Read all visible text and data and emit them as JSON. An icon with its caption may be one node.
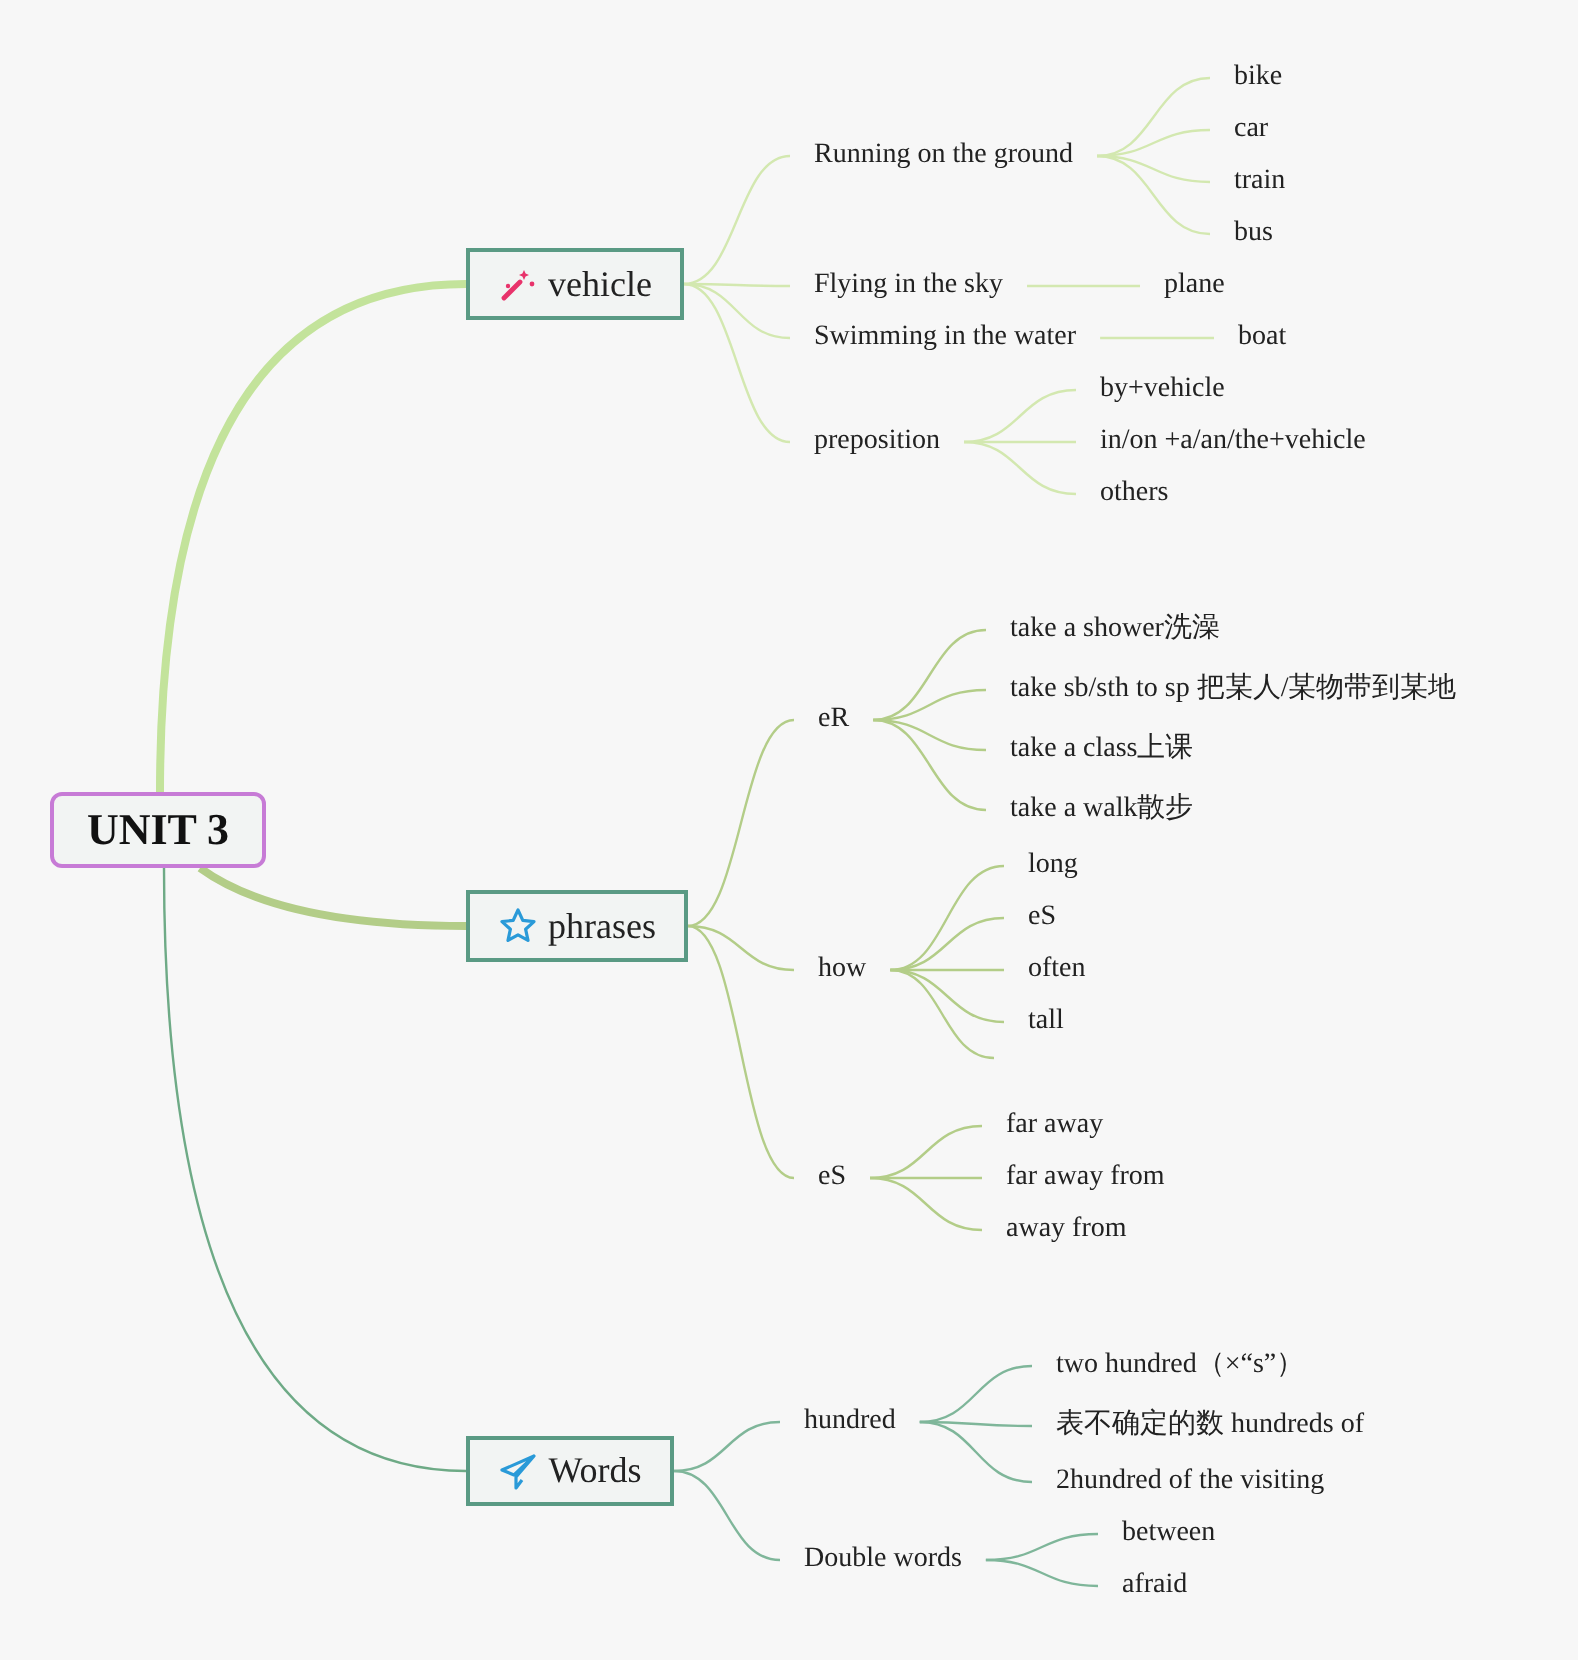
{
  "diagram": {
    "nodes": [
      {
        "text": [
          "UNIT 3"
        ]
      },
      {
        "text": [
          "vehicle"
        ]
      },
      {
        "text": [
          "Running on the ground"
        ]
      },
      {
        "text": [
          "bike"
        ]
      },
      {
        "text": [
          "car"
        ]
      },
      {
        "text": [
          "train"
        ]
      },
      {
        "text": [
          "bus"
        ]
      },
      {
        "text": [
          "Flying in the sky"
        ]
      },
      {
        "text": [
          "plane"
        ]
      },
      {
        "text": [
          "Swimming in the water"
        ]
      },
      {
        "text": [
          "boat"
        ]
      },
      {
        "text": [
          "preposition"
        ]
      },
      {
        "text": [
          "by+vehicle"
        ]
      },
      {
        "text": [
          "in/on +a/an/the+vehicle"
        ]
      },
      {
        "text": [
          "others"
        ]
      },
      {
        "text": [
          "phrases"
        ]
      },
      {
        "text": [
          "eR"
        ]
      },
      {
        "text": [
          "take a shower洗澡"
        ]
      },
      {
        "text": [
          "take sb/sth to sp 把某人/某物带到某地"
        ]
      },
      {
        "text": [
          "take a class上课"
        ]
      },
      {
        "text": [
          "take a walk散步"
        ]
      },
      {
        "text": [
          "how"
        ]
      },
      {
        "text": [
          "long"
        ]
      },
      {
        "text": [
          "eS"
        ]
      },
      {
        "text": [
          "often"
        ]
      },
      {
        "text": [
          "tall"
        ]
      },
      {
        "text": [
          "eS"
        ]
      },
      {
        "text": [
          "far away"
        ]
      },
      {
        "text": [
          "far away from"
        ]
      },
      {
        "text": [
          "away from"
        ]
      },
      {
        "text": [
          "Words"
        ]
      },
      {
        "text": [
          "hundred"
        ]
      },
      {
        "text": [
          "two hundred（×“s”）"
        ]
      },
      {
        "text": [
          "表不确定的数 hundreds of"
        ]
      },
      {
        "text": [
          "2hundred of the visiting"
        ]
      },
      {
        "text": [
          "Double words"
        ]
      },
      {
        "text": [
          "between"
        ]
      },
      {
        "text": [
          "afraid"
        ]
      }
    ],
    "edges": [
      {
        "from": 0,
        "to": 1,
        "arrow": "none",
        "style": "thick",
        "color": "#c3e39b"
      },
      {
        "from": 0,
        "to": 15,
        "arrow": "none",
        "style": "thick"
      },
      {
        "from": 0,
        "to": 30,
        "arrow": "none",
        "color": "#6eaa86"
      },
      {
        "from": 1,
        "to": 2,
        "arrow": "none",
        "color": "#d3e8b0"
      },
      {
        "from": 2,
        "to": 3,
        "arrow": "none",
        "color": "#d3e8b0"
      },
      {
        "from": 2,
        "to": 4,
        "arrow": "none",
        "color": "#d3e8b0"
      },
      {
        "from": 2,
        "to": 5,
        "arrow": "none",
        "color": "#d3e8b0"
      },
      {
        "from": 2,
        "to": 6,
        "arrow": "none",
        "color": "#d3e8b0"
      },
      {
        "from": 1,
        "to": 7,
        "arrow": "none",
        "color": "#d3e8b0"
      },
      {
        "from": 7,
        "to": 8,
        "arrow": "none",
        "color": "#d3e8b0"
      },
      {
        "from": 1,
        "to": 9,
        "arrow": "none",
        "color": "#d3e8b0"
      },
      {
        "from": 9,
        "to": 10,
        "arrow": "none",
        "color": "#d3e8b0"
      },
      {
        "from": 1,
        "to": 11,
        "arrow": "none",
        "color": "#d3e8b0"
      },
      {
        "from": 11,
        "to": 12,
        "arrow": "none",
        "color": "#d3e8b0"
      },
      {
        "from": 11,
        "to": 13,
        "arrow": "none",
        "color": "#d3e8b0"
      },
      {
        "from": 11,
        "to": 14,
        "arrow": "none",
        "color": "#d3e8b0"
      },
      {
        "from": 15,
        "to": 16,
        "arrow": "none"
      },
      {
        "from": 16,
        "to": 17,
        "arrow": "none"
      },
      {
        "from": 16,
        "to": 18,
        "arrow": "none"
      },
      {
        "from": 16,
        "to": 19,
        "arrow": "none"
      },
      {
        "from": 16,
        "to": 20,
        "arrow": "none"
      },
      {
        "from": 15,
        "to": 21,
        "arrow": "none"
      },
      {
        "from": 21,
        "to": 22,
        "arrow": "none"
      },
      {
        "from": 21,
        "to": 23,
        "arrow": "none"
      },
      {
        "from": 21,
        "to": 24,
        "arrow": "none"
      },
      {
        "from": 21,
        "to": 25,
        "arrow": "none"
      },
      {
        "from": 21,
        "to": null,
        "arrow": "none"
      },
      {
        "from": 15,
        "to": 26,
        "arrow": "none"
      },
      {
        "from": 26,
        "to": 27,
        "arrow": "none"
      },
      {
        "from": 26,
        "to": 28,
        "arrow": "none"
      },
      {
        "from": 26,
        "to": 29,
        "arrow": "none"
      },
      {
        "from": 30,
        "to": 31,
        "arrow": "none",
        "color": "#7fb69a"
      },
      {
        "from": 31,
        "to": 32,
        "arrow": "none",
        "color": "#7fb69a"
      },
      {
        "from": 31,
        "to": 33,
        "arrow": "none",
        "color": "#7fb69a"
      },
      {
        "from": 31,
        "to": 34,
        "arrow": "none",
        "color": "#7fb69a"
      },
      {
        "from": 30,
        "to": 35,
        "arrow": "none",
        "color": "#7fb69a"
      },
      {
        "from": 35,
        "to": 36,
        "arrow": "none",
        "color": "#7fb69a"
      },
      {
        "from": 35,
        "to": 37,
        "arrow": "none",
        "color": "#7fb69a"
      }
    ]
  }
}
